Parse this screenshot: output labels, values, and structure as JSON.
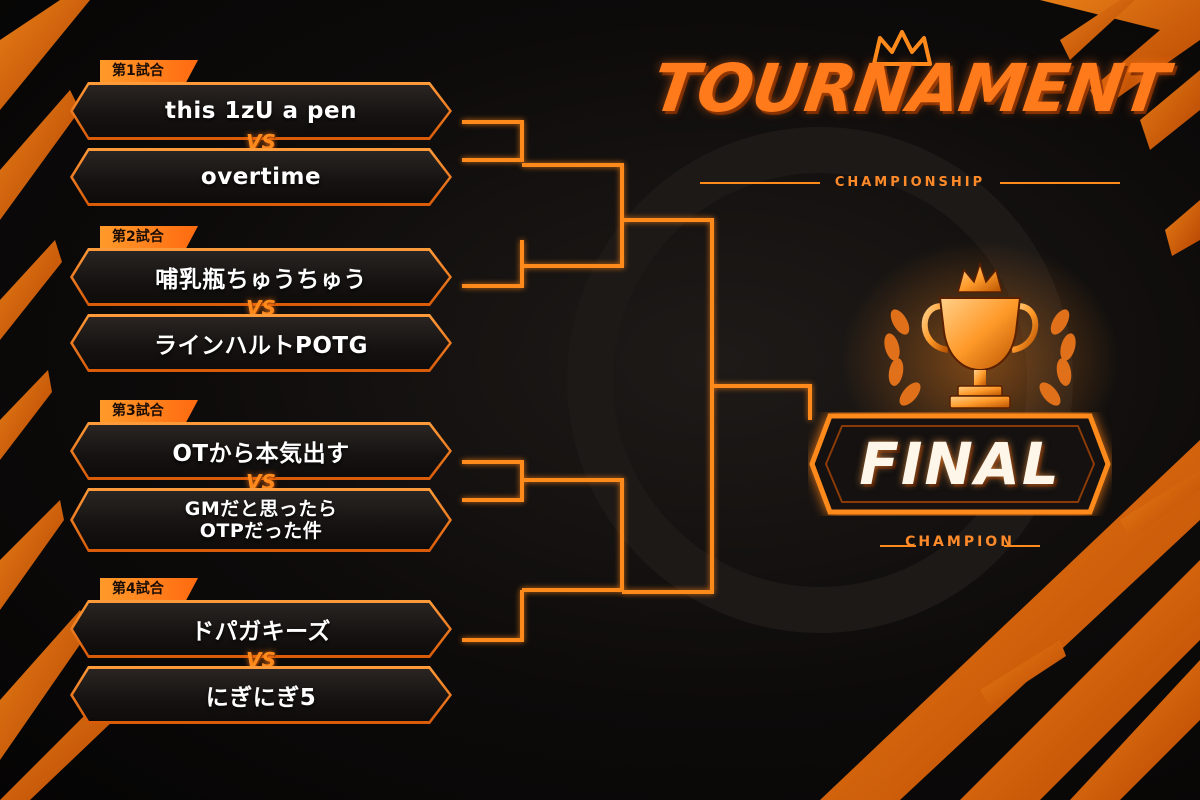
{
  "header": {
    "title": "TOURNAMENT",
    "subtitle": "CHAMPIONSHIP"
  },
  "final": {
    "label": "FINAL",
    "sublabel": "CHAMPION"
  },
  "vs_label": "VS",
  "matches": [
    {
      "label": "第1試合",
      "team_a": "this 1zU a pen",
      "team_b": "overtime"
    },
    {
      "label": "第2試合",
      "team_a": "哺乳瓶ちゅうちゅう",
      "team_b": "ラインハルトPOTG"
    },
    {
      "label": "第3試合",
      "team_a": "OTから本気出す",
      "team_b_line1": "GMだと思ったら",
      "team_b_line2": "OTPだった件"
    },
    {
      "label": "第4試合",
      "team_a": "ドパガキーズ",
      "team_b": "にぎにぎ5"
    }
  ],
  "colors": {
    "accent": "#ff7a1a",
    "accent_light": "#ffa040",
    "background": "#0d0b0a",
    "text": "#ffffff"
  }
}
